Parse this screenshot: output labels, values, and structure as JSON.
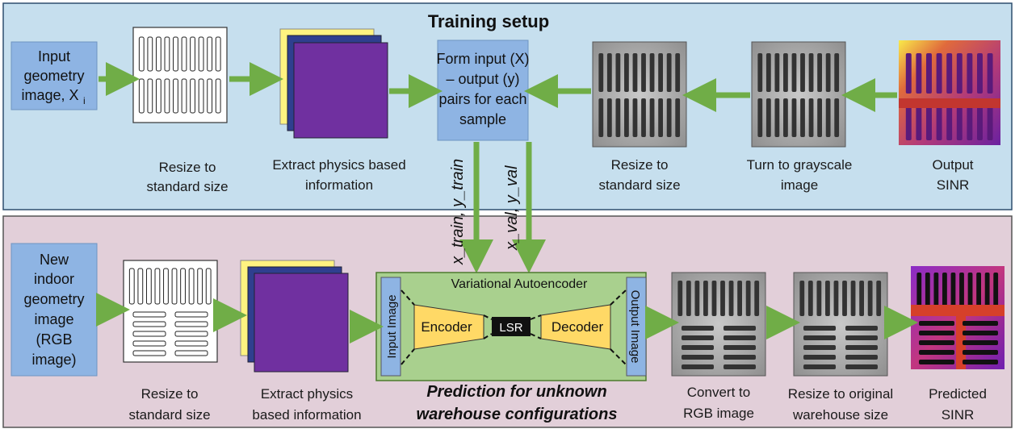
{
  "training": {
    "title": "Training setup",
    "input_box": [
      "Input",
      "geometry",
      "image, X",
      "i"
    ],
    "form_box": [
      "Form input (X)",
      "– output (y)",
      "pairs for each",
      "sample"
    ],
    "captions": {
      "resize": [
        "Resize to",
        "standard size"
      ],
      "extract": [
        "Extract physics based",
        "information"
      ],
      "resize2": [
        "Resize to",
        "standard size"
      ],
      "gray": [
        "Turn to grayscale",
        "image"
      ],
      "output": [
        "Output",
        "SINR"
      ]
    }
  },
  "links": {
    "train": "x_train, y_train",
    "val": "x_val, y_val"
  },
  "prediction": {
    "title": [
      "Prediction for unknown",
      "warehouse configurations"
    ],
    "input_box": [
      "New",
      "indoor",
      "geometry",
      "image",
      "(RGB",
      "image)"
    ],
    "vae": {
      "title": "Variational Autoencoder",
      "input_image": "Input Image",
      "output_image": "Output Image",
      "encoder": "Encoder",
      "decoder": "Decoder",
      "lsr": "LSR"
    },
    "captions": {
      "resize": [
        "Resize to",
        "standard size"
      ],
      "extract": [
        "Extract physics",
        "based information"
      ],
      "convert": [
        "Convert to",
        "RGB image"
      ],
      "resize_orig": [
        "Resize to original",
        "warehouse size"
      ],
      "predicted": [
        "Predicted",
        "SINR"
      ]
    }
  },
  "colors": {
    "training_bg": "#c6dfee",
    "prediction_bg": "#e2cfd9",
    "box_blue": "#8eb4e3",
    "arrow_green": "#70ad47",
    "vae_green": "#a9d08e",
    "encoder_yellow": "#ffd966",
    "sinr_purple": "#7030a0"
  }
}
